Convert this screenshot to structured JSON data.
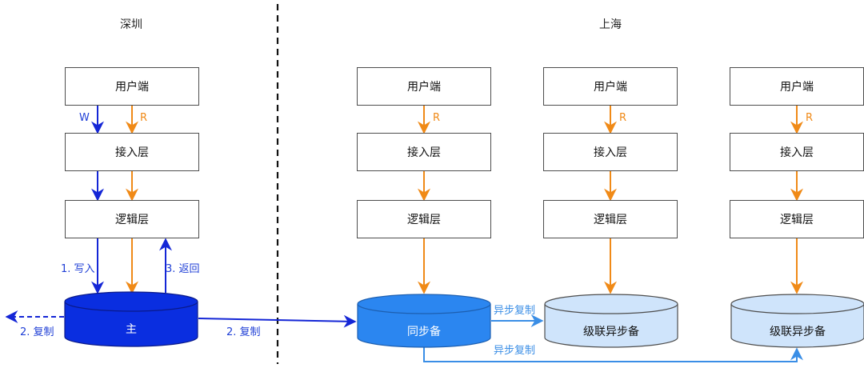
{
  "regions": {
    "left_title": "深圳",
    "right_title": "上海"
  },
  "tiers": {
    "client": "用户端",
    "access": "接入层",
    "logic": "逻辑层"
  },
  "databases": {
    "primary": "主",
    "sync_standby": "同步备",
    "cascade_standby": "级联异步备"
  },
  "labels": {
    "write": "W",
    "read": "R",
    "step_write": "1. 写入",
    "step_return": "3. 返回",
    "step_replicate": "2. 复制",
    "async_replicate": "异步复制"
  },
  "colors": {
    "write_flow": "#1426d6",
    "read_flow": "#f08a17",
    "async_flow": "#3a8ee6",
    "primary_db": "#0a2ee0",
    "sync_db": "#2b86f0",
    "cascade_db": "#cfe4fb"
  }
}
